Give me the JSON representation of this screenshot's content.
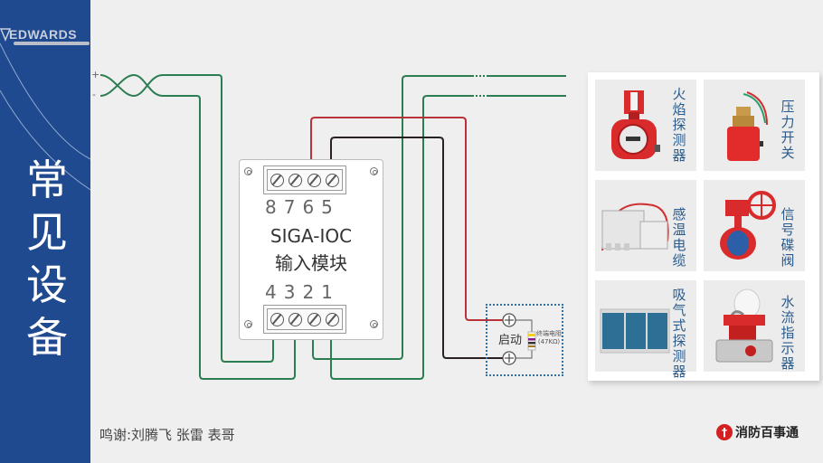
{
  "sidebar": {
    "logo_text": "EDWARDS",
    "title_chars": [
      "常",
      "见",
      "设",
      "备"
    ],
    "color": "#1f4a8f"
  },
  "diagram": {
    "bus_plus": "+",
    "bus_minus": "-",
    "module": {
      "top_terminals": "8765",
      "bottom_terminals": "4321",
      "model": "SIGA-IOC",
      "name": "输入模块"
    },
    "start": {
      "label": "启动",
      "resistor_label": "终端电阻",
      "resistor_value": "(47KΩ)"
    },
    "wire_colors": {
      "green": "#2b7d52",
      "red": "#b8323a",
      "black": "#2a2222",
      "dotted_box": "#2f6fb0"
    }
  },
  "devices": [
    {
      "label": [
        "火",
        "焰",
        "探",
        "测",
        "器"
      ],
      "icon": "flame-detector-image"
    },
    {
      "label": [
        "压",
        "力",
        "开",
        "关"
      ],
      "icon": "pressure-switch-image"
    },
    {
      "label": [
        "感",
        "温",
        "电",
        "缆"
      ],
      "icon": "linear-heat-cable-image"
    },
    {
      "label": [
        "信",
        "号",
        "碟",
        "阀"
      ],
      "icon": "signal-butterfly-valve-image"
    },
    {
      "label": [
        "吸",
        "气",
        "式",
        "探",
        "测",
        "器"
      ],
      "icon": "aspirating-detector-image"
    },
    {
      "label": [
        "水",
        "流",
        "指",
        "示",
        "器"
      ],
      "icon": "water-flow-indicator-image"
    }
  ],
  "footer": {
    "credits": "鸣谢:刘腾飞  张雷  表哥",
    "brand": "消防百事通"
  }
}
